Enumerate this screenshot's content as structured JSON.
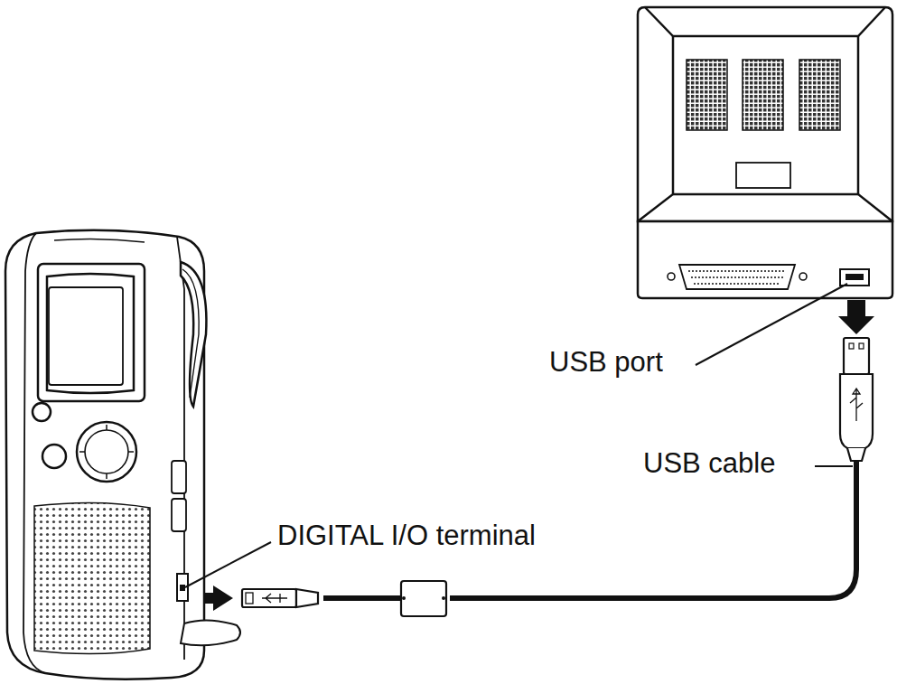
{
  "diagram": {
    "labels": [
      "USB port",
      "USB cable",
      "DIGITAL I/O terminal"
    ]
  }
}
